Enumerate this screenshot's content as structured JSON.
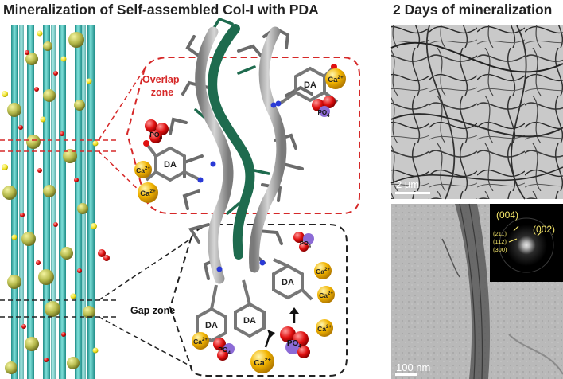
{
  "titles": {
    "left": "Mineralization of Self-assembled Col-I with PDA",
    "right": "2 Days of mineralization"
  },
  "labels": {
    "overlap_zone": "Overlap\nzone",
    "gap_zone": "Gap zone",
    "da": "DA",
    "ca": "Ca",
    "ca_charge": "2+",
    "po": "PO",
    "po_sub": "4"
  },
  "micrographs": {
    "top_scale": "2 µm",
    "bottom_scale": "100 nm",
    "saed": {
      "ring_004": "(004)",
      "ring_002": "(002)",
      "ring_211": "(211)",
      "ring_112": "(112)",
      "ring_300": "(300)"
    }
  },
  "colors": {
    "collagen_fiber": "#3fb3ad",
    "helix_grey": "#9a9a9a",
    "helix_green": "#1e6b4e",
    "overlap_border": "#d62828",
    "gap_border": "#222222",
    "calcium": "#f2b400",
    "phosphate": "#e01010",
    "saed_text": "#f5e66a"
  },
  "icons": {
    "calcium": "gold-sphere",
    "phosphate": "red-purple-cluster"
  }
}
